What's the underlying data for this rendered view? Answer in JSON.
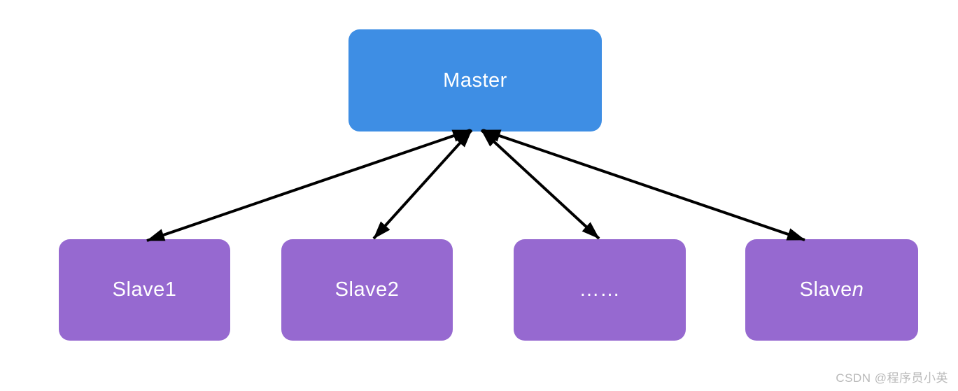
{
  "diagram": {
    "type": "master-slave-topology",
    "master": {
      "label": "Master"
    },
    "slaves": [
      {
        "text": "Slave1",
        "italic": ""
      },
      {
        "text": "Slave2",
        "italic": ""
      },
      {
        "text": "……",
        "italic": ""
      },
      {
        "text": "Slave",
        "italic": "n"
      }
    ],
    "connections": [
      {
        "from": "master",
        "to": "slave-1",
        "bidirectional": true
      },
      {
        "from": "master",
        "to": "slave-2",
        "bidirectional": true
      },
      {
        "from": "master",
        "to": "slave-3",
        "bidirectional": true
      },
      {
        "from": "master",
        "to": "slave-4",
        "bidirectional": true
      }
    ],
    "colors": {
      "master_fill": "#3e8ee4",
      "slave_fill": "#9669d0",
      "arrow": "#000000",
      "label_text": "#ffffff",
      "watermark_text": "#b9b9b9",
      "background": "#ffffff"
    }
  },
  "watermark": {
    "text": "CSDN @程序员小英"
  }
}
